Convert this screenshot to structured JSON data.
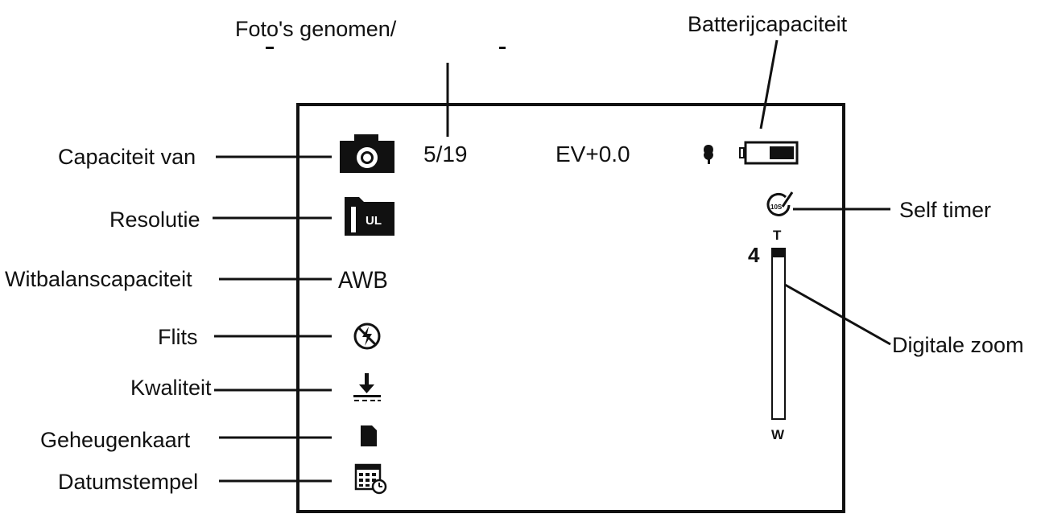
{
  "labels": {
    "photos_taken": "Foto's genomen/",
    "battery": "Batterijcapaciteit",
    "capacity": "Capaciteit van",
    "resolution": "Resolutie",
    "white_balance": "Witbalanscapaciteit",
    "flash": "Flits",
    "quality": "Kwaliteit",
    "memory_card": "Geheugenkaart",
    "date_stamp": "Datumstempel",
    "self_timer": "Self timer",
    "digital_zoom": "Digitale zoom"
  },
  "screen": {
    "shot_count": "5/19",
    "ev": "EV+0.0",
    "resolution_badge": "UL",
    "white_balance": "AWB",
    "zoom_value": "4",
    "zoom_top": "T",
    "zoom_bottom": "W",
    "self_timer_badge": "10S"
  },
  "icons": {
    "camera": "camera-icon",
    "resolution": "resolution-icon",
    "flash": "flash-off-icon",
    "quality": "quality-icon",
    "memory_card": "memory-card-icon",
    "date_stamp": "date-stamp-icon",
    "macro": "macro-icon",
    "battery": "battery-icon",
    "self_timer": "self-timer-icon"
  }
}
